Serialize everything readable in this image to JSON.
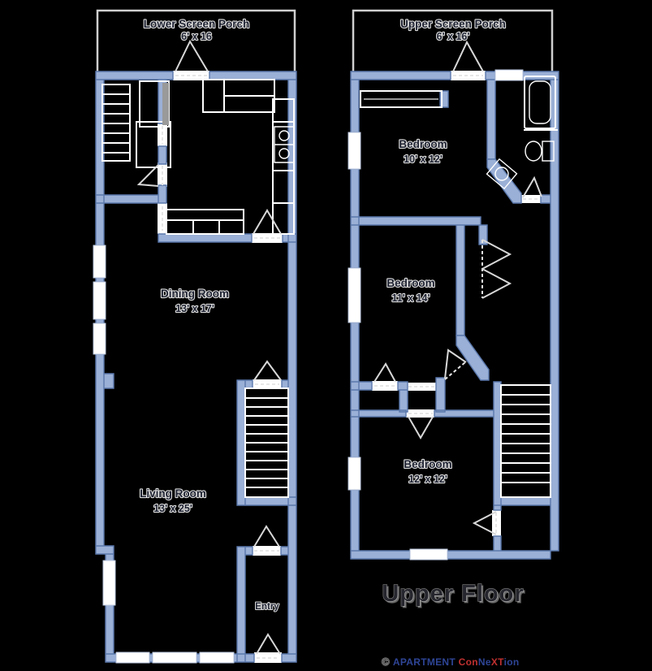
{
  "page": {
    "background": "#000000"
  },
  "palette": {
    "wall_fill": "#9bb0d6",
    "wall_stroke": "#5a78ac",
    "porch_outline": "#cfcfcf",
    "fixture_line": "#ffffff",
    "door_line": "#d8d8d8",
    "label_color": "#1d2130",
    "title_color": "#26262e",
    "brand_blue": "#2e4596",
    "brand_red": "#c03030"
  },
  "lower_plan": {
    "porch_label": "Lower Screen Porch",
    "porch_dims": "6' x 16",
    "dining": {
      "label": "Dining Room",
      "dims": "13' x 17'"
    },
    "living": {
      "label": "Living Room",
      "dims": "13' x 25'"
    },
    "entry": {
      "label": "Entry"
    }
  },
  "upper_plan": {
    "porch_label": "Upper Screen Porch",
    "porch_dims": "6' x 16'",
    "bedroom1": {
      "label": "Bedroom",
      "dims": "10' x 12'"
    },
    "bedroom2": {
      "label": "Bedroom",
      "dims": "11' x 14'"
    },
    "bedroom3": {
      "label": "Bedroom",
      "dims": "12' x 12'"
    },
    "floor_title": "Upper Floor"
  },
  "footer": {
    "copyright": "©",
    "brand_segments": [
      {
        "text": "APARTMENT ",
        "color": "#2e4596"
      },
      {
        "text": "Con",
        "color": "#c03030"
      },
      {
        "text": "Ne",
        "color": "#2e4596"
      },
      {
        "text": "XT",
        "color": "#c03030"
      },
      {
        "text": "ion",
        "color": "#2e4596"
      }
    ]
  }
}
